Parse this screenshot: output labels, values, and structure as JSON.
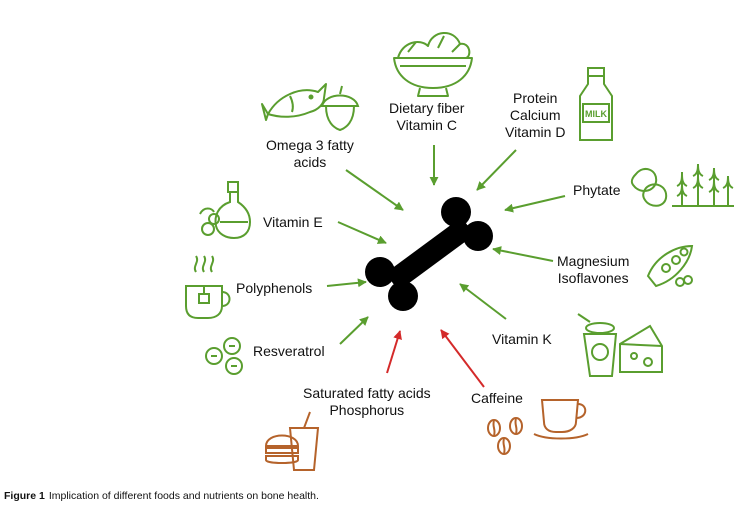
{
  "labels": {
    "dietary": [
      "Dietary fiber",
      "Vitamin C"
    ],
    "protein": [
      "Protein",
      "Calcium",
      "Vitamin D"
    ],
    "omega": [
      "Omega 3 fatty",
      "acids"
    ],
    "phytate": "Phytate",
    "vitamin_e": "Vitamin E",
    "magnesium": [
      "Magnesium",
      "Isoflavones"
    ],
    "polyphenols": "Polyphenols",
    "vitamin_k": "Vitamin K",
    "resveratrol": "Resveratrol",
    "saturated": [
      "Saturated fatty acids",
      "Phosphorus"
    ],
    "caffeine": "Caffeine"
  },
  "icons": {
    "milk_text": "MILK"
  },
  "colors": {
    "positive": "#5a9e2f",
    "negative": "#d42a2a",
    "negative_icon": "#b5632b",
    "bone": "#000000"
  },
  "caption": {
    "label": "Figure 1",
    "text": "Implication of different foods and nutrients on bone health."
  }
}
